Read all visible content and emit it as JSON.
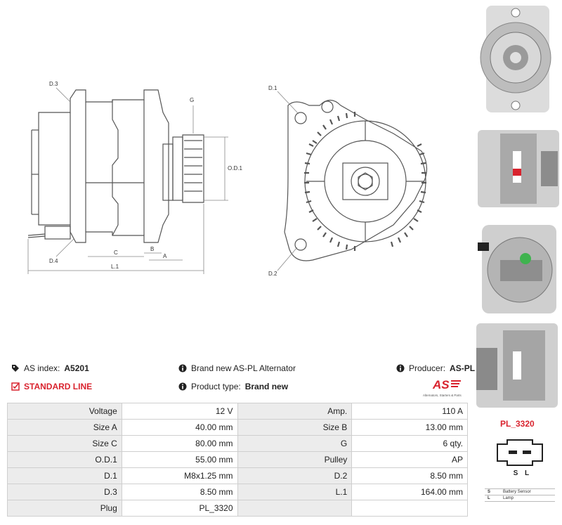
{
  "drawing": {
    "side_labels": {
      "d3": "D.3",
      "d4": "D.4",
      "g": "G",
      "od1": "O.D.1",
      "b": "B",
      "a": "A",
      "c": "C",
      "l1": "L.1"
    },
    "front_labels": {
      "d1": "D.1",
      "d2": "D.2"
    }
  },
  "info": {
    "as_index_label": "AS index:",
    "as_index_value": "A5201",
    "line": "STANDARD LINE",
    "brand_text": "Brand new AS-PL Alternator",
    "product_type_label": "Product type:",
    "product_type_value": "Brand new",
    "producer_label": "Producer:",
    "producer_value": "AS-PL"
  },
  "logo": {
    "mark": "AS",
    "tagline": "Alternators, Starters & Parts"
  },
  "specs": [
    {
      "l1": "Voltage",
      "v1": "12 V",
      "l2": "Amp.",
      "v2": "110 A"
    },
    {
      "l1": "Size A",
      "v1": "40.00 mm",
      "l2": "Size B",
      "v2": "13.00 mm"
    },
    {
      "l1": "Size C",
      "v1": "80.00 mm",
      "l2": "G",
      "v2": "6 qty."
    },
    {
      "l1": "O.D.1",
      "v1": "55.00 mm",
      "l2": "Pulley",
      "v2": "AP"
    },
    {
      "l1": "D.1",
      "v1": "M8x1.25 mm",
      "l2": "D.2",
      "v2": "8.50 mm"
    },
    {
      "l1": "D.3",
      "v1": "8.50 mm",
      "l2": "L.1",
      "v2": "164.00 mm"
    },
    {
      "l1": "Plug",
      "v1": "PL_3320",
      "l2": "",
      "v2": ""
    }
  ],
  "plug": {
    "title": "PL_3320",
    "pin1": "S",
    "pin2": "L",
    "legend": [
      {
        "code": "S",
        "desc": "Battery Sensor"
      },
      {
        "code": "L",
        "desc": "Lamp"
      }
    ]
  },
  "colors": {
    "accent_red": "#d9232e",
    "label_bg": "#ececec",
    "border": "#cfcfcf",
    "plug_green": "#3fb34f"
  }
}
